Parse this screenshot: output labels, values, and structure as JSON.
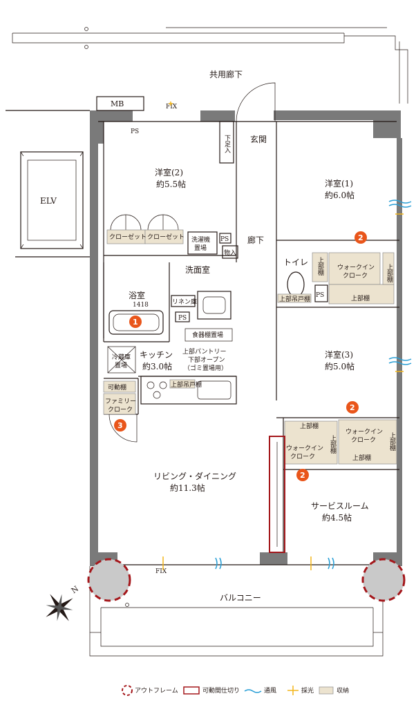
{
  "rooms": {
    "corridor": "共用廊下",
    "mb": "MB",
    "fix_top": "FIX",
    "ps": "PS",
    "elv": "ELV",
    "genkan": "玄関",
    "getabako": "下足入",
    "yoshitsu2_name": "洋室(2)",
    "yoshitsu2_size": "約5.5帖",
    "yoshitsu1_name": "洋室(1)",
    "yoshitsu1_size": "約6.0帖",
    "closet": "クローゼット",
    "sentakuki": "洗濯機",
    "sentakuki2": "置場",
    "monoire": "物入",
    "roka": "廊下",
    "senmenshitsu": "洗面室",
    "toilet": "トイレ",
    "walkin": "ウォークイン",
    "cloak": "クローク",
    "uebudana": "上部棚",
    "joubu": "上",
    "bu": "部",
    "tana": "棚",
    "yokushitsu": "浴室",
    "yokushitsu_size": "1418",
    "linen": "リネン庫",
    "uebu_tsuriito": "上部吊戸棚",
    "shokkidana": "食器棚置場",
    "reizouko": "冷蔵庫",
    "reizouko2": "置場",
    "kitchen_name": "キッチン",
    "kitchen_size": "約3.0帖",
    "pantry1": "上部パントリー",
    "pantry2": "下部オープン",
    "pantry3": "（ゴミ置場用）",
    "kadoudana": "可動棚",
    "family1": "ファミリー",
    "family2": "クローク",
    "uebu_tsurito2": "上部吊戸棚",
    "yoshitsu3_name": "洋室(3)",
    "yoshitsu3_size": "約5.0帖",
    "living_name": "リビング・ダイニング",
    "living_size": "約11.3帖",
    "service_name": "サービスルーム",
    "service_size": "約4.5帖",
    "fix_bottom": "FIX",
    "balcony": "バルコニー"
  },
  "badges": [
    "1",
    "2",
    "2",
    "2",
    "3"
  ],
  "legend": {
    "outframe": "アウトフレーム",
    "partition": "可動間仕切り",
    "ventilation": "通風",
    "lighting": "採光",
    "storage": "収納"
  },
  "compass": "N",
  "colors": {
    "badge": "#e9551a",
    "outframe": "#a4161a",
    "storage": "#ece3cf",
    "wind": "#2a9fd6",
    "sun": "#f2b61a"
  }
}
